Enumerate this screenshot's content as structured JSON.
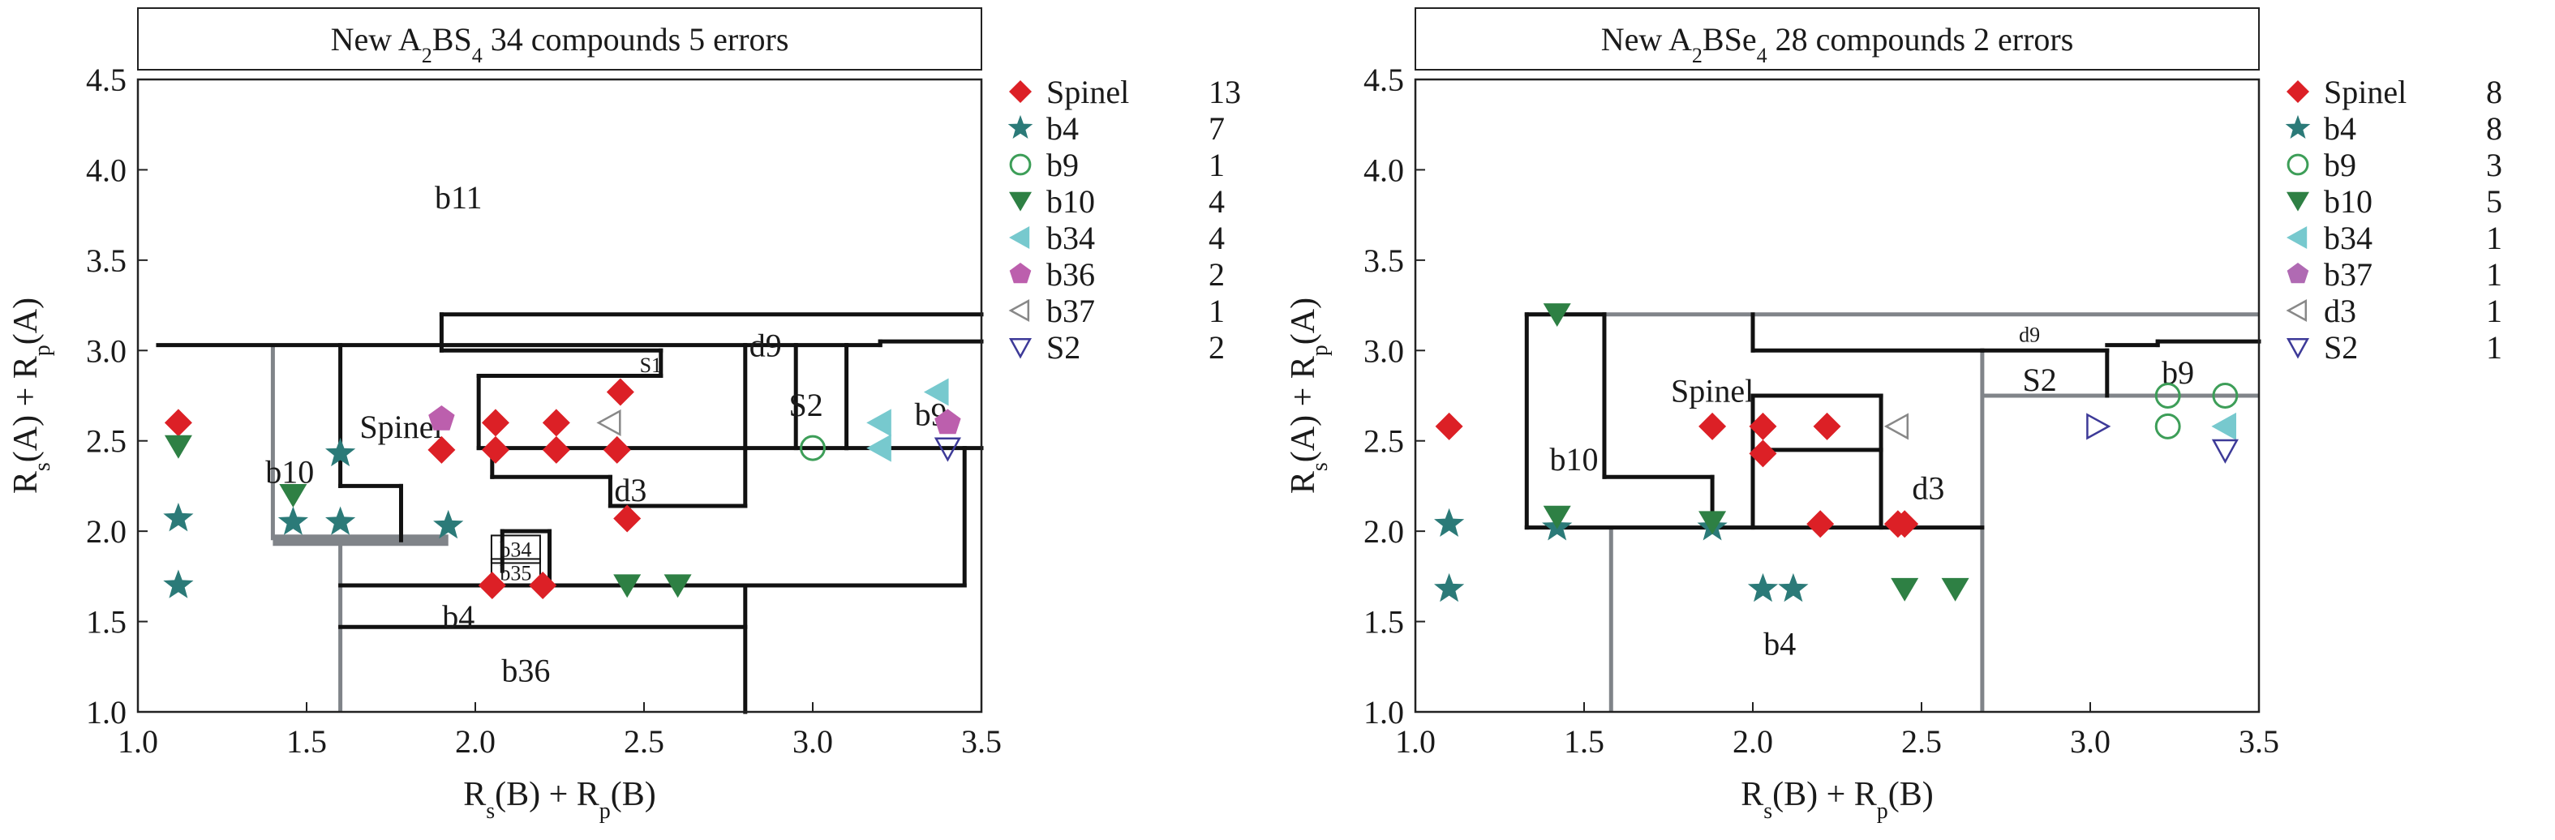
{
  "colors": {
    "spinel": "#dc2026",
    "b4": "#2b7a78",
    "b9": "#3d9e58",
    "b10": "#2e8044",
    "b34": "#77c9ce",
    "b36": "#bc5fad",
    "b37": "#b06ab3",
    "d3": "#888888",
    "s2": "#3d3a98",
    "boundary_black": "#111111",
    "boundary_gray": "#808489"
  },
  "chart_data": [
    {
      "type": "scatter",
      "title": {
        "prefix": "New A",
        "sub1": "2",
        "mid": "BS",
        "sub2": "4",
        "suffix": " 34 compounds 5 errors"
      },
      "xlabel": {
        "a": "R",
        "as": "s",
        "b": "(B) + R",
        "bs": "p",
        "c": "(B)"
      },
      "ylabel": {
        "a": "R",
        "as": "s",
        "b": "(A) + R",
        "bs": "p",
        "c": "(A)"
      },
      "xlim": [
        1.0,
        3.5
      ],
      "ylim": [
        1.0,
        4.5
      ],
      "xticks": [
        "1.0",
        "1.5",
        "2.0",
        "2.5",
        "3.0",
        "3.5"
      ],
      "yticks": [
        "1.0",
        "1.5",
        "2.0",
        "2.5",
        "3.0",
        "3.5",
        "4.0",
        "4.5"
      ],
      "legend": [
        {
          "label": "Spinel",
          "count": "13",
          "marker": "diamond",
          "color": "#dc2026"
        },
        {
          "label": "b4",
          "count": "7",
          "marker": "star",
          "color": "#2b7a78"
        },
        {
          "label": "b9",
          "count": "1",
          "marker": "circle",
          "color": "#3d9e58"
        },
        {
          "label": "b10",
          "count": "4",
          "marker": "tridown",
          "color": "#2e8044"
        },
        {
          "label": "b34",
          "count": "4",
          "marker": "trileft",
          "color": "#77c9ce"
        },
        {
          "label": "b36",
          "count": "2",
          "marker": "pentagon",
          "color": "#bc5fad"
        },
        {
          "label": "b37",
          "count": "1",
          "marker": "trileft-open",
          "color": "#888888"
        },
        {
          "label": "S2",
          "count": "2",
          "marker": "tridown-open",
          "color": "#3d3a98"
        }
      ],
      "regions": [
        {
          "text": "b11",
          "x": 1.95,
          "y": 3.85,
          "size": "large"
        },
        {
          "text": "Spinel",
          "x": 1.78,
          "y": 2.58,
          "size": "large"
        },
        {
          "text": "b10",
          "x": 1.45,
          "y": 2.33,
          "size": "large"
        },
        {
          "text": "d9",
          "x": 2.86,
          "y": 3.03,
          "size": "large"
        },
        {
          "text": "S1",
          "x": 2.52,
          "y": 2.92,
          "size": "small"
        },
        {
          "text": "S2",
          "x": 2.98,
          "y": 2.7,
          "size": "large"
        },
        {
          "text": "b9",
          "x": 3.35,
          "y": 2.65,
          "size": "large"
        },
        {
          "text": "d3",
          "x": 2.46,
          "y": 2.23,
          "size": "large"
        },
        {
          "text": "b34",
          "x": 2.12,
          "y": 1.9,
          "size": "small"
        },
        {
          "text": "b35",
          "x": 2.12,
          "y": 1.77,
          "size": "small"
        },
        {
          "text": "b4",
          "x": 1.95,
          "y": 1.53,
          "size": "large"
        },
        {
          "text": "b36",
          "x": 2.15,
          "y": 1.23,
          "size": "large"
        }
      ],
      "boundaries_black": [
        [
          [
            1.06,
            3.03
          ],
          [
            2.95,
            3.03
          ]
        ],
        [
          [
            1.6,
            3.03
          ],
          [
            1.6,
            2.25
          ]
        ],
        [
          [
            1.6,
            2.25
          ],
          [
            1.78,
            2.25
          ]
        ],
        [
          [
            1.78,
            2.25
          ],
          [
            1.78,
            1.95
          ]
        ],
        [
          [
            1.9,
            3.2
          ],
          [
            3.5,
            3.2
          ]
        ],
        [
          [
            1.9,
            3.2
          ],
          [
            1.9,
            3.0
          ]
        ],
        [
          [
            1.9,
            3.0
          ],
          [
            2.55,
            3.0
          ]
        ],
        [
          [
            2.55,
            3.0
          ],
          [
            2.55,
            2.86
          ]
        ],
        [
          [
            2.01,
            2.86
          ],
          [
            2.55,
            2.86
          ]
        ],
        [
          [
            2.01,
            2.86
          ],
          [
            2.01,
            2.46
          ]
        ],
        [
          [
            2.01,
            2.46
          ],
          [
            3.5,
            2.46
          ]
        ],
        [
          [
            2.95,
            3.03
          ],
          [
            2.95,
            2.46
          ]
        ],
        [
          [
            2.95,
            3.03
          ],
          [
            3.1,
            3.03
          ]
        ],
        [
          [
            3.1,
            3.03
          ],
          [
            3.1,
            2.46
          ]
        ],
        [
          [
            3.1,
            2.46
          ],
          [
            3.1,
            2.46
          ]
        ],
        [
          [
            3.1,
            3.03
          ],
          [
            3.2,
            3.03
          ]
        ],
        [
          [
            3.2,
            3.05
          ],
          [
            3.5,
            3.05
          ]
        ],
        [
          [
            3.2,
            3.03
          ],
          [
            3.2,
            3.05
          ]
        ],
        [
          [
            2.05,
            2.3
          ],
          [
            2.4,
            2.3
          ]
        ],
        [
          [
            2.05,
            2.3
          ],
          [
            2.05,
            2.46
          ]
        ],
        [
          [
            2.4,
            2.3
          ],
          [
            2.4,
            2.14
          ]
        ],
        [
          [
            2.4,
            2.14
          ],
          [
            2.8,
            2.14
          ]
        ],
        [
          [
            2.8,
            2.14
          ],
          [
            2.8,
            2.46
          ]
        ],
        [
          [
            2.8,
            2.46
          ],
          [
            2.8,
            3.03
          ]
        ],
        [
          [
            2.8,
            3.03
          ],
          [
            2.8,
            3.03
          ]
        ],
        [
          [
            1.6,
            1.7
          ],
          [
            3.45,
            1.7
          ]
        ],
        [
          [
            3.45,
            1.7
          ],
          [
            3.45,
            2.46
          ]
        ],
        [
          [
            1.6,
            1.47
          ],
          [
            2.8,
            1.47
          ]
        ],
        [
          [
            2.8,
            1.7
          ],
          [
            2.8,
            1.0
          ]
        ],
        [
          [
            2.08,
            1.78
          ],
          [
            2.08,
            2.0
          ]
        ],
        [
          [
            2.08,
            2.0
          ],
          [
            2.22,
            2.0
          ]
        ],
        [
          [
            2.22,
            2.0
          ],
          [
            2.22,
            1.7
          ]
        ]
      ],
      "boundaries_gray": [
        [
          [
            1.4,
            3.03
          ],
          [
            1.4,
            1.95
          ]
        ],
        [
          [
            1.4,
            1.95
          ],
          [
            1.92,
            1.95
          ]
        ],
        [
          [
            1.6,
            1.95
          ],
          [
            1.6,
            1.0
          ]
        ]
      ],
      "points": [
        {
          "x": 1.12,
          "y": 2.6,
          "cls": "spinel"
        },
        {
          "x": 1.9,
          "y": 2.45,
          "cls": "spinel"
        },
        {
          "x": 2.06,
          "y": 2.6,
          "cls": "spinel"
        },
        {
          "x": 2.06,
          "y": 2.45,
          "cls": "spinel"
        },
        {
          "x": 2.24,
          "y": 2.6,
          "cls": "spinel"
        },
        {
          "x": 2.24,
          "y": 2.45,
          "cls": "spinel"
        },
        {
          "x": 2.42,
          "y": 2.45,
          "cls": "spinel"
        },
        {
          "x": 2.43,
          "y": 2.77,
          "cls": "spinel"
        },
        {
          "x": 2.45,
          "y": 2.07,
          "cls": "spinel"
        },
        {
          "x": 2.05,
          "y": 1.7,
          "cls": "spinel"
        },
        {
          "x": 2.2,
          "y": 1.7,
          "cls": "spinel"
        },
        {
          "x": 1.12,
          "y": 2.07,
          "cls": "b4"
        },
        {
          "x": 1.12,
          "y": 1.7,
          "cls": "b4"
        },
        {
          "x": 1.46,
          "y": 2.05,
          "cls": "b4"
        },
        {
          "x": 1.6,
          "y": 2.05,
          "cls": "b4"
        },
        {
          "x": 1.6,
          "y": 2.43,
          "cls": "b4"
        },
        {
          "x": 1.92,
          "y": 2.03,
          "cls": "b4"
        },
        {
          "x": 3.0,
          "y": 2.46,
          "cls": "b9"
        },
        {
          "x": 1.12,
          "y": 2.47,
          "cls": "b10"
        },
        {
          "x": 1.46,
          "y": 2.2,
          "cls": "b10"
        },
        {
          "x": 2.45,
          "y": 1.7,
          "cls": "b10"
        },
        {
          "x": 2.6,
          "y": 1.7,
          "cls": "b10"
        },
        {
          "x": 3.2,
          "y": 2.46,
          "cls": "b34"
        },
        {
          "x": 3.2,
          "y": 2.6,
          "cls": "b34"
        },
        {
          "x": 3.37,
          "y": 2.77,
          "cls": "b34"
        },
        {
          "x": 1.9,
          "y": 2.62,
          "cls": "b36"
        },
        {
          "x": 3.4,
          "y": 2.6,
          "cls": "b36"
        },
        {
          "x": 2.4,
          "y": 2.6,
          "cls": "b37"
        },
        {
          "x": 3.4,
          "y": 2.46,
          "cls": "s2"
        }
      ]
    },
    {
      "type": "scatter",
      "title": {
        "prefix": "New A",
        "sub1": "2",
        "mid": "BSe",
        "sub2": "4",
        "suffix": " 28 compounds 2 errors"
      },
      "xlabel": {
        "a": "R",
        "as": "s",
        "b": "(B) + R",
        "bs": "p",
        "c": "(B)"
      },
      "ylabel": {
        "a": "R",
        "as": "s",
        "b": "(A) + R",
        "bs": "p",
        "c": "(A)"
      },
      "xlim": [
        1.0,
        3.5
      ],
      "ylim": [
        1.0,
        4.5
      ],
      "xticks": [
        "1.0",
        "1.5",
        "2.0",
        "2.5",
        "3.0",
        "3.5"
      ],
      "yticks": [
        "1.0",
        "1.5",
        "2.0",
        "2.5",
        "3.0",
        "3.5",
        "4.0",
        "4.5"
      ],
      "legend": [
        {
          "label": "Spinel",
          "count": "8",
          "marker": "diamond",
          "color": "#dc2026"
        },
        {
          "label": "b4",
          "count": "8",
          "marker": "star",
          "color": "#2b7a78"
        },
        {
          "label": "b9",
          "count": "3",
          "marker": "circle",
          "color": "#3d9e58"
        },
        {
          "label": "b10",
          "count": "5",
          "marker": "tridown",
          "color": "#2e8044"
        },
        {
          "label": "b34",
          "count": "1",
          "marker": "trileft",
          "color": "#77c9ce"
        },
        {
          "label": "b37",
          "count": "1",
          "marker": "pentagon",
          "color": "#b06ab3"
        },
        {
          "label": "d3",
          "count": "1",
          "marker": "trileft-open",
          "color": "#888888"
        },
        {
          "label": "S2",
          "count": "1",
          "marker": "tridown-open",
          "color": "#3d3a98"
        }
      ],
      "regions": [
        {
          "text": "Spinel",
          "x": 1.88,
          "y": 2.78,
          "size": "large"
        },
        {
          "text": "b10",
          "x": 1.47,
          "y": 2.4,
          "size": "large"
        },
        {
          "text": "d9",
          "x": 2.82,
          "y": 3.09,
          "size": "small"
        },
        {
          "text": "S2",
          "x": 2.85,
          "y": 2.84,
          "size": "large"
        },
        {
          "text": "b9",
          "x": 3.26,
          "y": 2.88,
          "size": "large"
        },
        {
          "text": "d3",
          "x": 2.52,
          "y": 2.24,
          "size": "large"
        },
        {
          "text": "b4",
          "x": 2.08,
          "y": 1.38,
          "size": "large"
        }
      ],
      "boundaries_black": [
        [
          [
            1.33,
            3.2
          ],
          [
            1.33,
            2.02
          ]
        ],
        [
          [
            1.33,
            3.2
          ],
          [
            1.56,
            3.2
          ]
        ],
        [
          [
            1.56,
            3.2
          ],
          [
            1.56,
            2.3
          ]
        ],
        [
          [
            1.56,
            2.3
          ],
          [
            1.88,
            2.3
          ]
        ],
        [
          [
            1.88,
            2.3
          ],
          [
            1.88,
            2.02
          ]
        ],
        [
          [
            1.33,
            2.02
          ],
          [
            2.68,
            2.02
          ]
        ],
        [
          [
            2.0,
            3.2
          ],
          [
            2.0,
            3.0
          ]
        ],
        [
          [
            2.0,
            3.0
          ],
          [
            2.68,
            3.0
          ]
        ],
        [
          [
            2.68,
            3.0
          ],
          [
            3.05,
            3.0
          ]
        ],
        [
          [
            3.05,
            3.0
          ],
          [
            3.05,
            2.75
          ]
        ],
        [
          [
            3.05,
            3.03
          ],
          [
            3.2,
            3.03
          ]
        ],
        [
          [
            3.2,
            3.03
          ],
          [
            3.2,
            3.05
          ]
        ],
        [
          [
            3.2,
            3.05
          ],
          [
            3.5,
            3.05
          ]
        ],
        [
          [
            2.0,
            2.75
          ],
          [
            2.0,
            2.02
          ]
        ],
        [
          [
            2.0,
            2.75
          ],
          [
            2.38,
            2.75
          ]
        ],
        [
          [
            2.38,
            2.75
          ],
          [
            2.38,
            2.02
          ]
        ],
        [
          [
            2.0,
            2.45
          ],
          [
            2.38,
            2.45
          ]
        ]
      ],
      "boundaries_gray": [
        [
          [
            1.33,
            3.2
          ],
          [
            3.5,
            3.2
          ]
        ],
        [
          [
            2.68,
            3.0
          ],
          [
            2.68,
            1.0
          ]
        ],
        [
          [
            2.68,
            2.75
          ],
          [
            3.5,
            2.75
          ]
        ],
        [
          [
            1.58,
            2.02
          ],
          [
            1.58,
            1.0
          ]
        ]
      ],
      "points": [
        {
          "x": 1.1,
          "y": 2.58,
          "cls": "spinel"
        },
        {
          "x": 1.88,
          "y": 2.58,
          "cls": "spinel"
        },
        {
          "x": 2.03,
          "y": 2.58,
          "cls": "spinel"
        },
        {
          "x": 2.03,
          "y": 2.43,
          "cls": "spinel"
        },
        {
          "x": 2.22,
          "y": 2.58,
          "cls": "spinel"
        },
        {
          "x": 2.2,
          "y": 2.04,
          "cls": "spinel"
        },
        {
          "x": 2.45,
          "y": 2.04,
          "cls": "spinel"
        },
        {
          "x": 2.43,
          "y": 2.04,
          "cls": "spinel"
        },
        {
          "x": 1.1,
          "y": 2.04,
          "cls": "b4"
        },
        {
          "x": 1.1,
          "y": 1.68,
          "cls": "b4"
        },
        {
          "x": 1.42,
          "y": 2.02,
          "cls": "b4"
        },
        {
          "x": 1.88,
          "y": 2.02,
          "cls": "b4"
        },
        {
          "x": 2.03,
          "y": 1.68,
          "cls": "b4"
        },
        {
          "x": 2.12,
          "y": 1.68,
          "cls": "b4"
        },
        {
          "x": 3.23,
          "y": 2.75,
          "cls": "b9"
        },
        {
          "x": 3.23,
          "y": 2.58,
          "cls": "b9"
        },
        {
          "x": 3.4,
          "y": 2.75,
          "cls": "b9"
        },
        {
          "x": 1.42,
          "y": 3.2,
          "cls": "b10"
        },
        {
          "x": 1.42,
          "y": 2.08,
          "cls": "b10"
        },
        {
          "x": 1.88,
          "y": 2.05,
          "cls": "b10"
        },
        {
          "x": 2.45,
          "y": 1.68,
          "cls": "b10"
        },
        {
          "x": 2.6,
          "y": 1.68,
          "cls": "b10"
        },
        {
          "x": 3.4,
          "y": 2.58,
          "cls": "b34"
        },
        {
          "x": 2.43,
          "y": 2.58,
          "cls": "d3"
        },
        {
          "x": 3.02,
          "y": 2.58,
          "cls": "s2right"
        },
        {
          "x": 3.4,
          "y": 2.45,
          "cls": "s2"
        }
      ]
    }
  ]
}
